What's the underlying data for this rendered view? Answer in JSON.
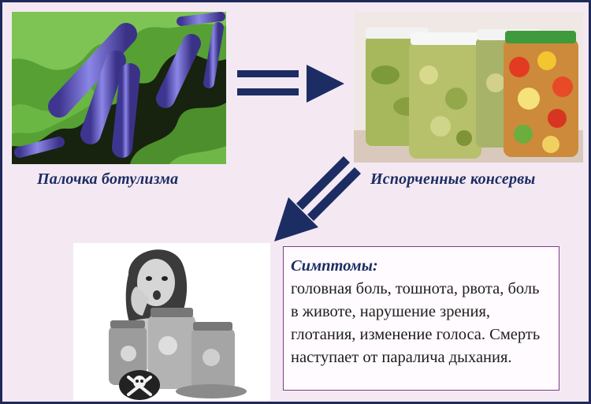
{
  "captions": {
    "bacteria": "Палочка ботулизма",
    "jars": "Испорченные консервы"
  },
  "symptoms": {
    "title": "Симптомы:",
    "text": "головная боль,  тошнота, рвота, боль в животе,  нарушение зрения, глотания, изменение голоса. Смерть наступает от паралича дыхания."
  },
  "colors": {
    "navy": "#1c2d63",
    "background": "#f4e9f3",
    "box_border": "#7a3f86",
    "bacteria_green": "#5fa83a",
    "bacteria_purple": "#6a63c9"
  },
  "icons": {
    "equals": "equals-arrow-icon",
    "diagonal": "diagonal-arrow-icon",
    "skull": "skull-crossbones-icon"
  }
}
